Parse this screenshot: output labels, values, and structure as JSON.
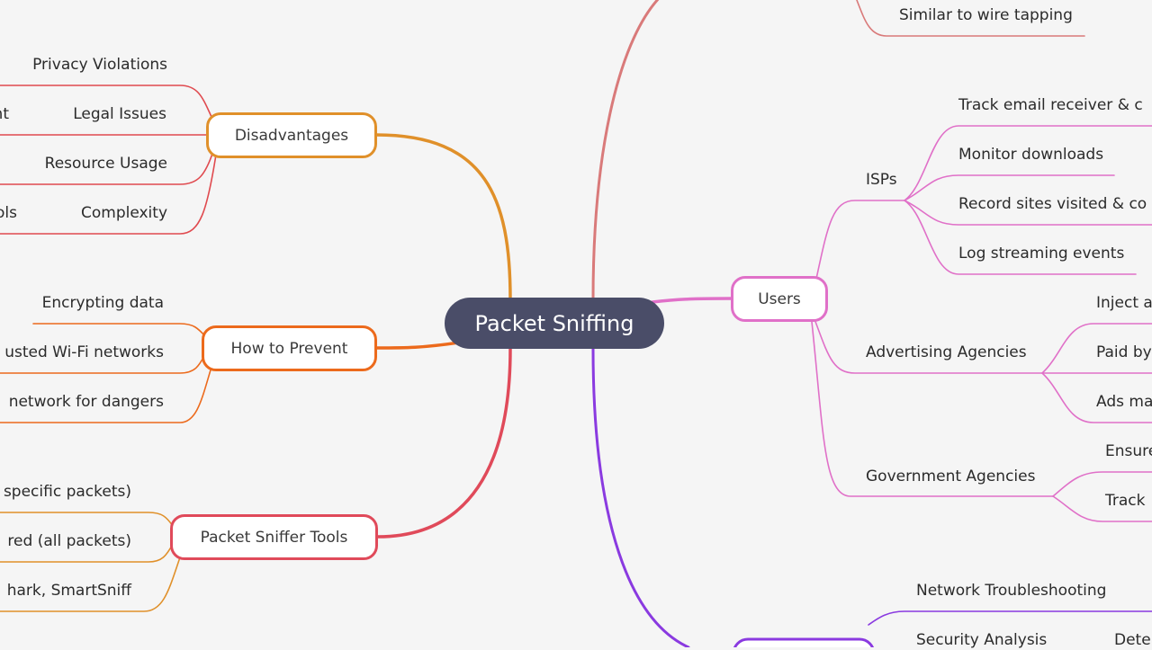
{
  "central_topic": "Packet Sniffing",
  "colors": {
    "background": "#f5f5f5",
    "root": "#4a4d68",
    "disadvantages": "#e0902a",
    "disadvantages_leaves": "#e04a4f",
    "prevent": "#ec6a1c",
    "tools": "#e04a5a",
    "tools_leaves": "#e0902a",
    "users": "#e070c8",
    "purposes": "#8a3ae0",
    "top": "#d97a7a"
  },
  "branches": {
    "top": {
      "leaf": "Similar to wire tapping"
    },
    "disadvantages": {
      "label": "Disadvantages",
      "leaves": [
        "Privacy Violations",
        "Legal Issues",
        "Resource Usage",
        "Complexity"
      ],
      "cut_left": [
        "nt",
        "ols"
      ]
    },
    "prevent": {
      "label": "How to Prevent",
      "leaves": [
        "Encrypting data",
        "usted Wi-Fi networks",
        "network for dangers"
      ]
    },
    "tools": {
      "label": "Packet Sniffer Tools",
      "leaves": [
        "specific packets)",
        "red (all packets)",
        "hark, SmartSniff"
      ]
    },
    "users": {
      "label": "Users",
      "isps": {
        "label": "ISPs",
        "leaves": [
          "Track email receiver & c",
          "Monitor downloads",
          "Record sites visited & co",
          "Log streaming events"
        ]
      },
      "advertising": {
        "label": "Advertising Agencies",
        "leaves": [
          "Inject a",
          "Paid by",
          "Ads ma"
        ]
      },
      "government": {
        "label": "Government Agencies",
        "leaves": [
          "Ensure",
          "Track"
        ]
      }
    },
    "purposes": {
      "leaves": [
        "Network Troubleshooting",
        "Security Analysis"
      ],
      "sub_leaf": "Dete"
    }
  }
}
